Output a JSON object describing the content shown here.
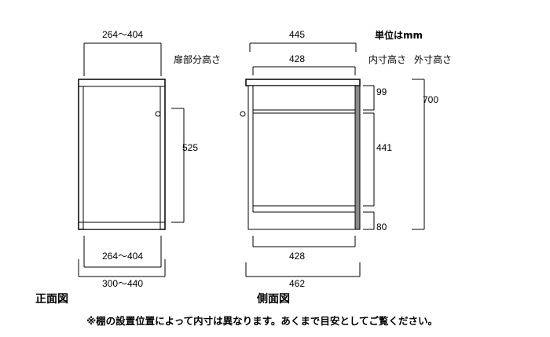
{
  "unit_label": "単位はmm",
  "front_view": {
    "caption": "正面図",
    "door_width_top": "264～404",
    "door_height_label": "扉部分高さ",
    "door_height": "525",
    "door_width_bottom": "264～404",
    "outer_width": "300～440"
  },
  "side_view": {
    "caption": "側面図",
    "top_depth": "445",
    "inner_depth_top": "428",
    "inner_height_label": "内寸高さ",
    "outer_height_label": "外寸高さ",
    "top_gap": "99",
    "shelf_height": "441",
    "bottom_gap": "80",
    "outer_height": "700",
    "inner_depth_bottom": "428",
    "total_depth": "462"
  },
  "note": "※棚の設置位置によって内寸は異なります。あくまで目安としてご覧ください。"
}
